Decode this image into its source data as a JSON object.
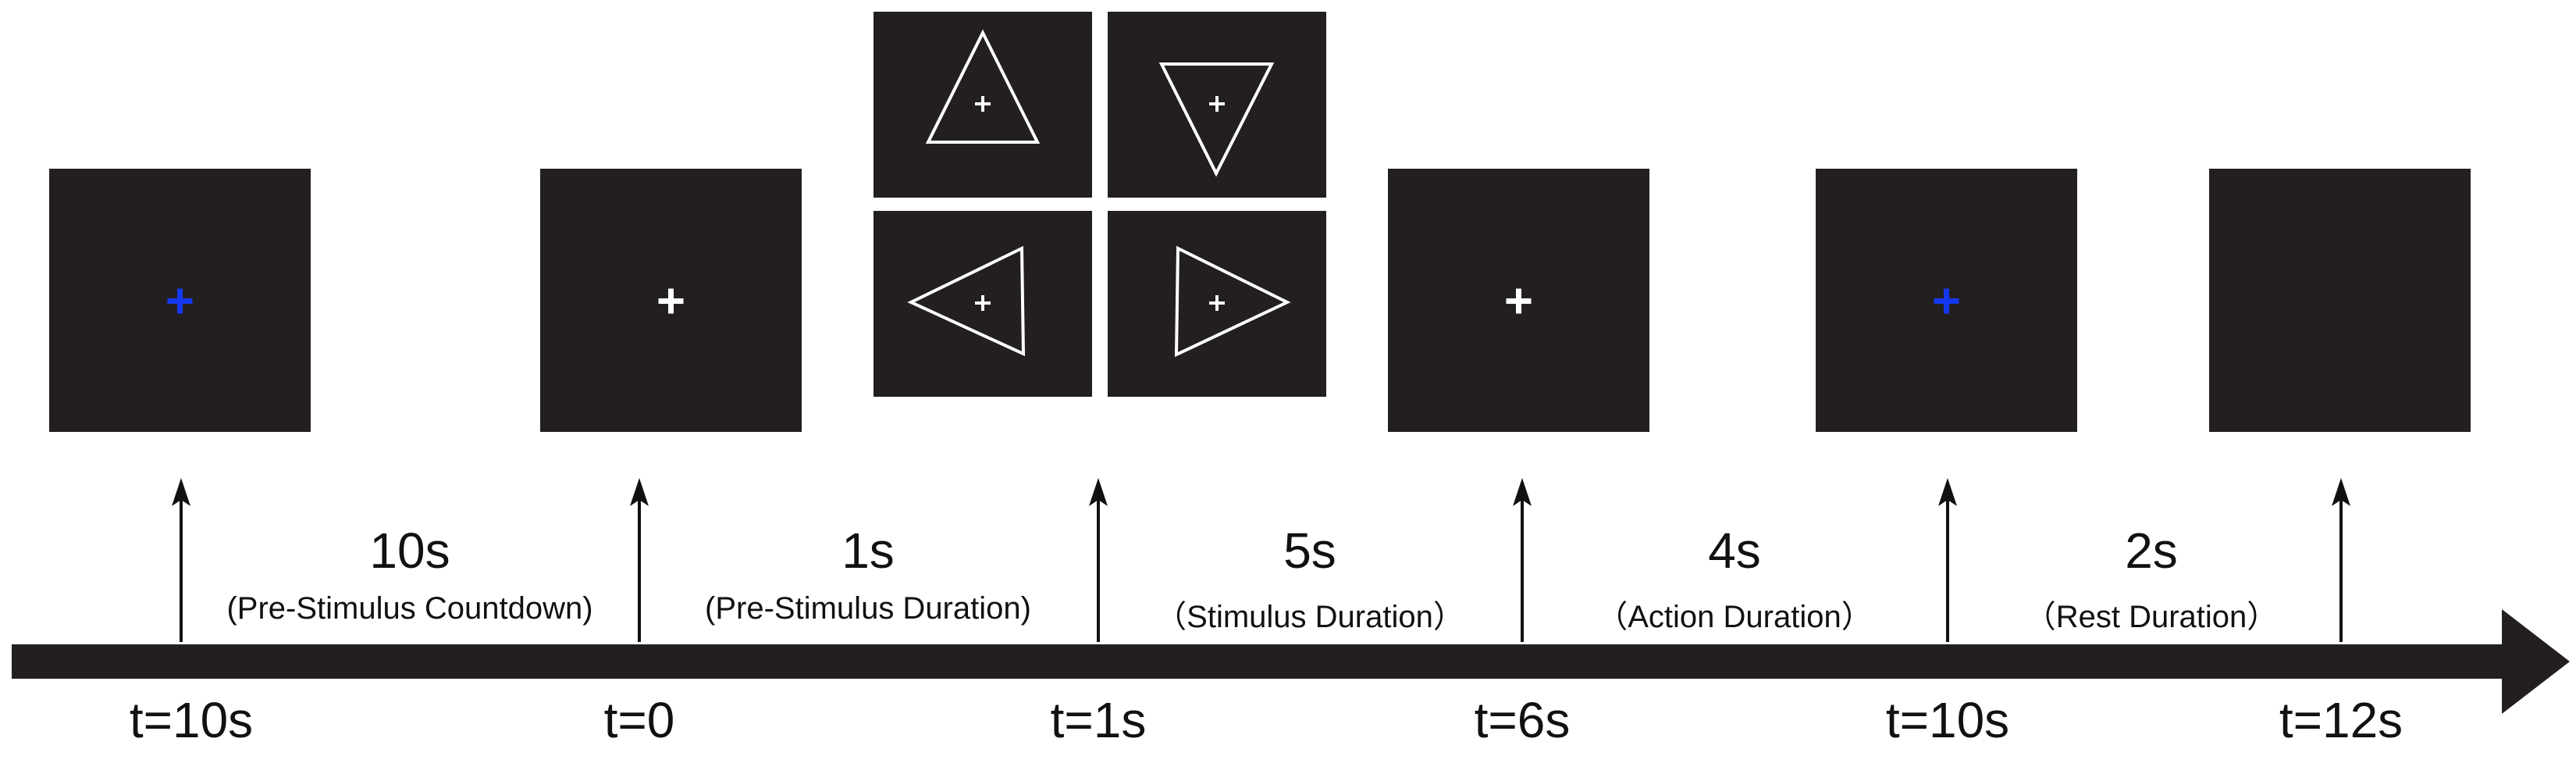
{
  "colors": {
    "screen": "#231f20",
    "arrow": "#231f20",
    "fixation_white": "#ffffff",
    "fixation_blue": "#1438f0",
    "text": "#111111"
  },
  "screens": [
    {
      "name": "screen-countdown",
      "fixation": "blue"
    },
    {
      "name": "screen-pre-stimulus",
      "fixation": "white"
    },
    {
      "name": "screen-stimulus-up",
      "fixation": "white",
      "shape": "triangle-up"
    },
    {
      "name": "screen-stimulus-down",
      "fixation": "white",
      "shape": "triangle-down"
    },
    {
      "name": "screen-stimulus-left",
      "fixation": "white",
      "shape": "triangle-left"
    },
    {
      "name": "screen-stimulus-right",
      "fixation": "white",
      "shape": "triangle-right"
    },
    {
      "name": "screen-action",
      "fixation": "white"
    },
    {
      "name": "screen-rest-cue",
      "fixation": "blue"
    },
    {
      "name": "screen-blank",
      "fixation": "none"
    }
  ],
  "timeline": {
    "times": [
      "t=10s",
      "t=0",
      "t=1s",
      "t=6s",
      "t=10s",
      "t=12s"
    ],
    "durations": [
      {
        "value": "10s",
        "label": "(Pre-Stimulus Countdown)"
      },
      {
        "value": "1s",
        "label": "(Pre-Stimulus Duration)"
      },
      {
        "value": "5s",
        "label": "（Stimulus Duration）"
      },
      {
        "value": "4s",
        "label": "（Action Duration）"
      },
      {
        "value": "2s",
        "label": "（Rest Duration）"
      }
    ]
  }
}
